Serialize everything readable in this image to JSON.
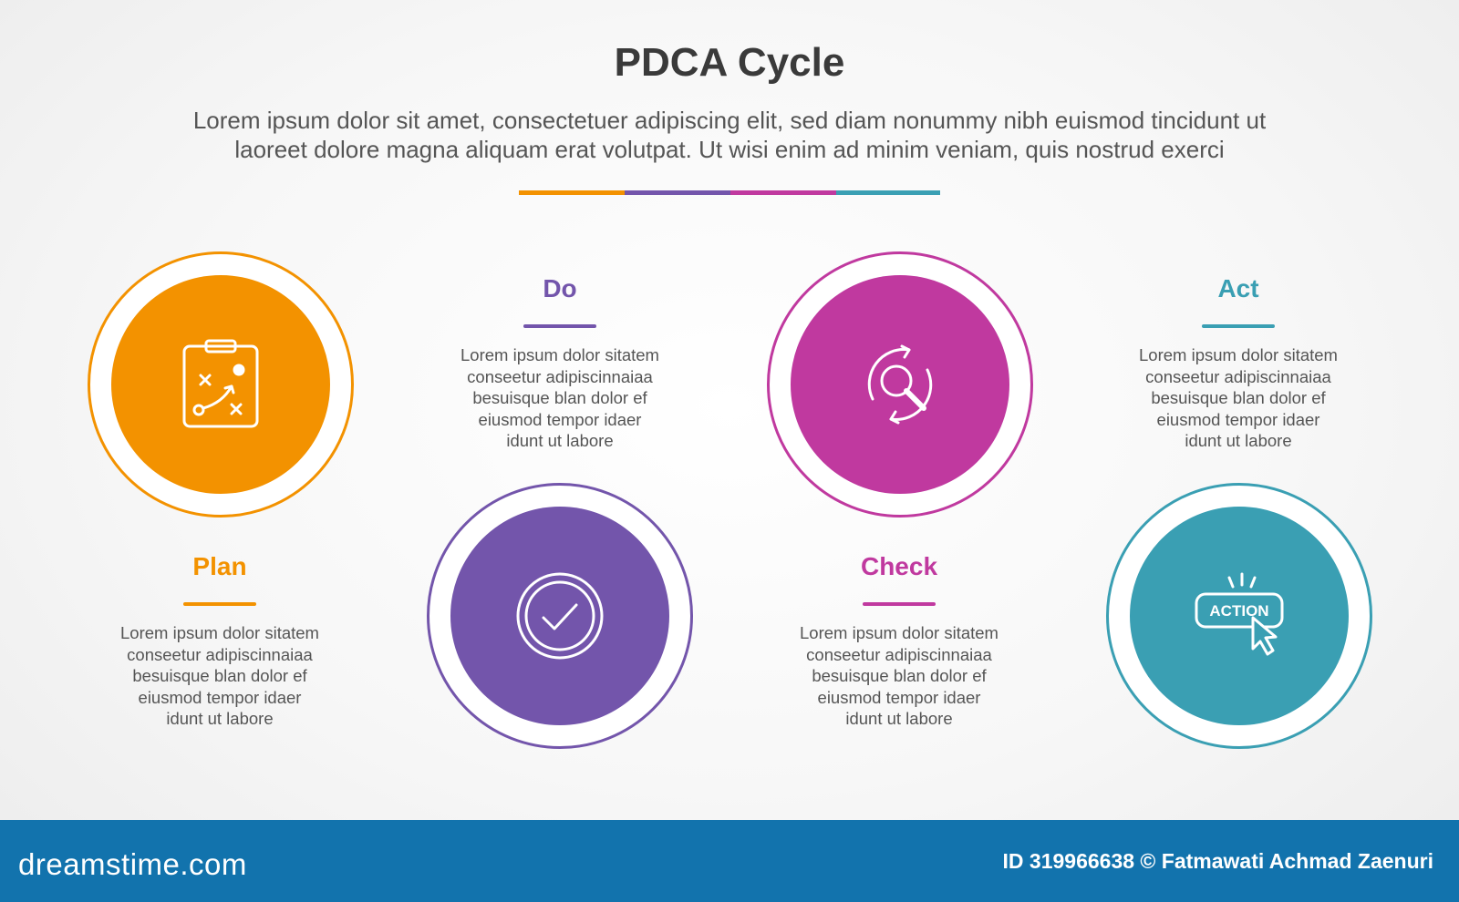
{
  "header": {
    "title": "PDCA Cycle",
    "subtitle_line1": "Lorem ipsum dolor sit amet, consectetuer adipiscing elit, sed diam nonummy nibh euismod tincidunt ut",
    "subtitle_line2": "laoreet dolore magna aliquam erat volutpat. Ut wisi enim ad minim veniam, quis nostrud exerci"
  },
  "divider_colors": [
    "#f39200",
    "#7355ab",
    "#c0399f",
    "#3a9fb3"
  ],
  "steps": [
    {
      "title": "Plan",
      "color": "#f39200",
      "icon": "strategy-clipboard-icon",
      "desc": [
        "Lorem ipsum dolor sitatem",
        "conseetur adipiscinnaiaa",
        "besuisque blan dolor ef",
        "eiusmod tempor idaer",
        "idunt ut labore"
      ]
    },
    {
      "title": "Do",
      "color": "#7355ab",
      "icon": "checkmark-circle-icon",
      "desc": [
        "Lorem ipsum dolor sitatem",
        "conseetur adipiscinnaiaa",
        "besuisque blan dolor ef",
        "eiusmod tempor idaer",
        "idunt ut labore"
      ]
    },
    {
      "title": "Check",
      "color": "#c0399f",
      "icon": "search-cycle-icon",
      "desc": [
        "Lorem ipsum dolor sitatem",
        "conseetur adipiscinnaiaa",
        "besuisque blan dolor ef",
        "eiusmod tempor idaer",
        "idunt ut labore"
      ]
    },
    {
      "title": "Act",
      "color": "#3a9fb3",
      "icon": "action-button-icon",
      "icon_label": "ACTION",
      "desc": [
        "Lorem ipsum dolor sitatem",
        "conseetur adipiscinnaiaa",
        "besuisque blan dolor ef",
        "eiusmod tempor idaer",
        "idunt ut labore"
      ]
    }
  ],
  "footer": {
    "logo": "dreamstime.com",
    "credit": "ID 319966638 © Fatmawati  Achmad Zaenuri"
  }
}
